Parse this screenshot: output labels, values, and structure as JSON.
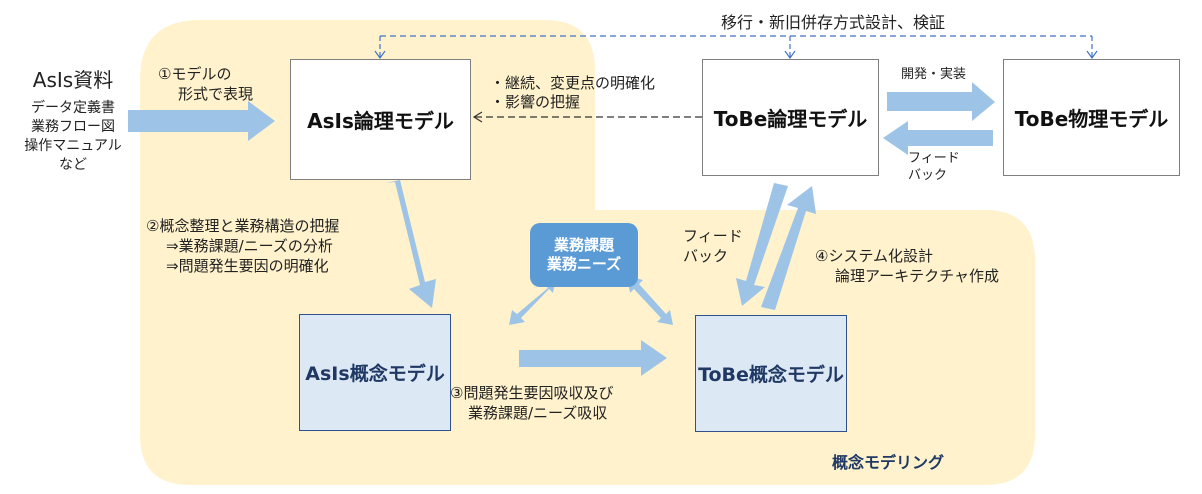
{
  "asis_source": {
    "title": "AsIs資料",
    "items": [
      "データ定義書",
      "業務フロー図",
      "操作マニュアル",
      "など"
    ]
  },
  "boxes": {
    "asis_logical": "AsIs論理モデル",
    "tobe_logical": "ToBe論理モデル",
    "tobe_physical": "ToBe物理モデル",
    "asis_concept": "AsIs概念モデル",
    "tobe_concept": "ToBe概念モデル",
    "issues": [
      "業務課題",
      "業務ニーズ"
    ]
  },
  "labels": {
    "step1": [
      "①モデルの",
      "形式で表現"
    ],
    "clarify": [
      "・継続、変更点の明確化",
      "・影響の把握"
    ],
    "migration": "移行・新旧併存方式設計、検証",
    "dev": "開発・実装",
    "feedback_right": [
      "フィード",
      "バック"
    ],
    "step2": [
      "②概念整理と業務構造の把握",
      "⇒業務課題/ニーズの分析",
      "⇒問題発生要因の明確化"
    ],
    "feedback_mid": [
      "フィード",
      "バック"
    ],
    "step4": [
      "④システム化設計",
      "論理アーキテクチャ作成"
    ],
    "step3": [
      "③問題発生要因吸収及び",
      "業務課題/ニーズ吸収"
    ],
    "area_title": "概念モデリング"
  },
  "colors": {
    "area_fill": "#fff2cc",
    "arrow_fill": "#9dc3e6",
    "dashed_blue": "#4472c4",
    "concept_fill": "#dde8f5",
    "issue_fill": "#5b9bd5",
    "area_text": "#1f3864"
  }
}
